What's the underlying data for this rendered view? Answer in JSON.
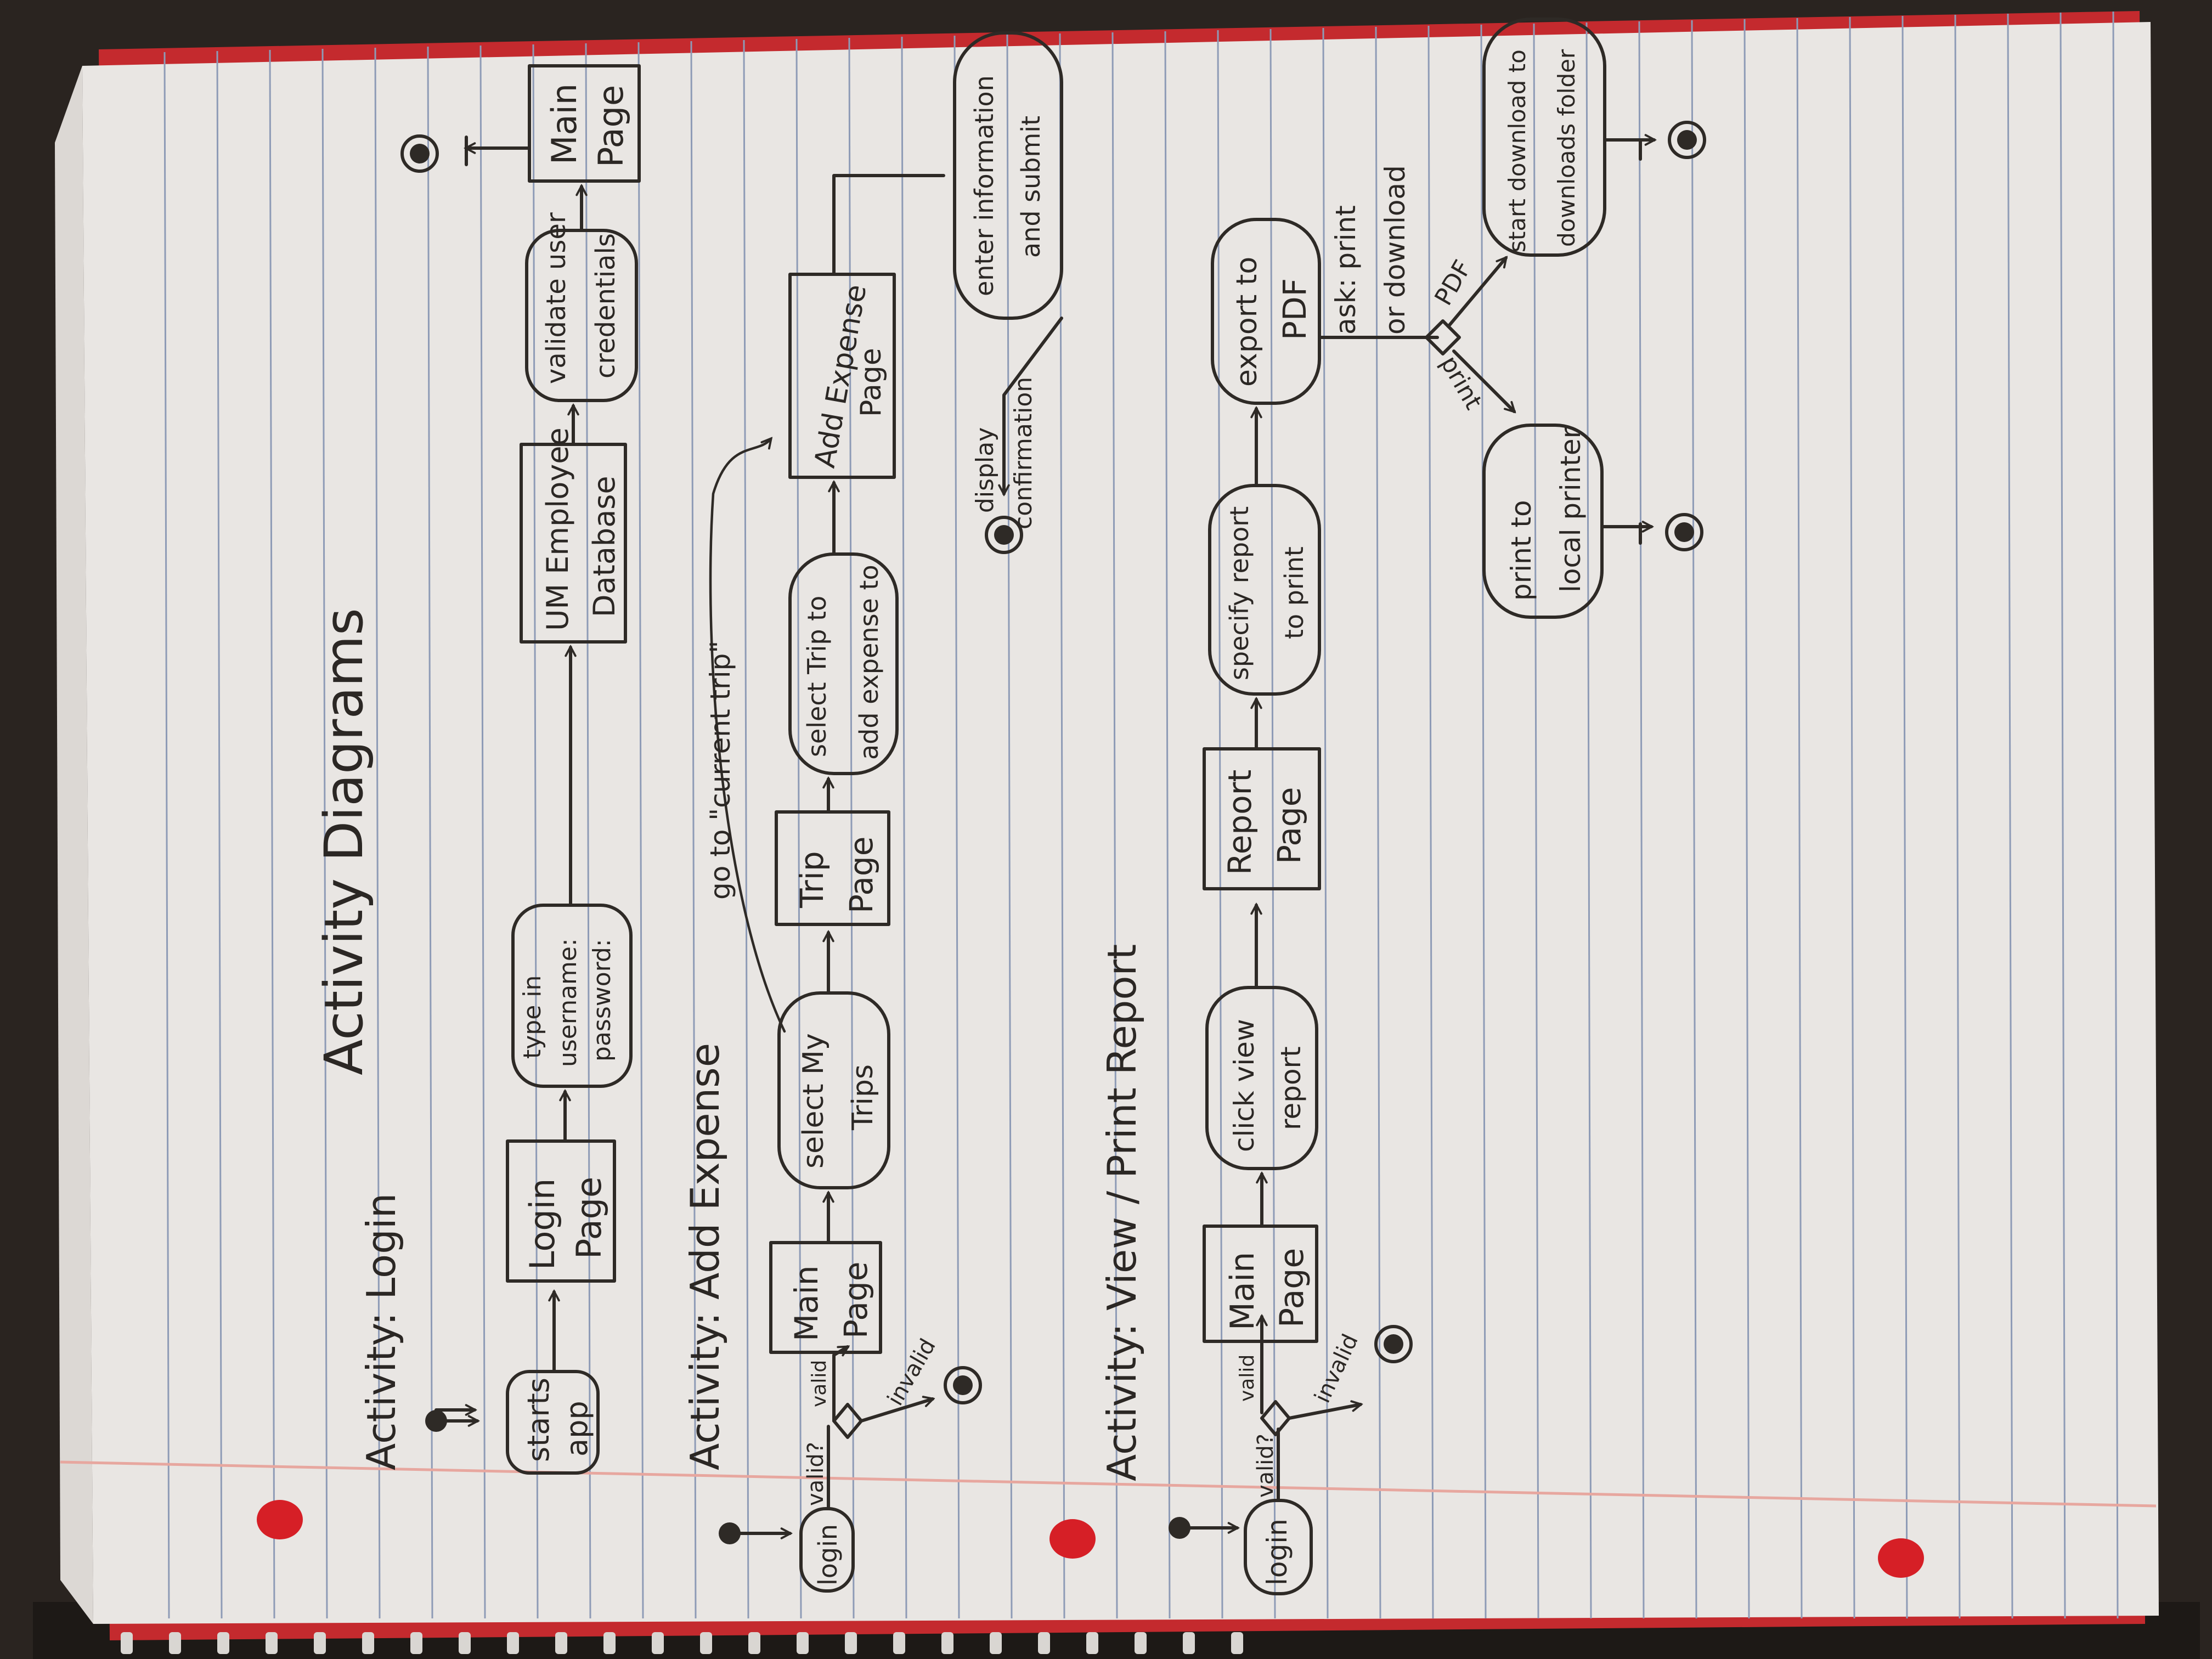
{
  "page_title": "Activity Diagrams",
  "colors": {
    "paper": "#e9e6e3",
    "ruled_line": "#8e9bb6",
    "margin_line": "#e7a79f",
    "ink": "#2e2a26",
    "binder_hole": "#d61f26",
    "spine_red": "#c42a2e"
  },
  "sections": [
    {
      "title": "Activity: Login",
      "nodes": [
        "starts app",
        "Login Page",
        "type in username: password:",
        "UM Employee Database",
        "validate user credentials",
        "Main Page"
      ]
    },
    {
      "title": "Activity: Add Expense",
      "nodes": [
        "login",
        "valid?",
        "Main Page",
        "select My Trips",
        "Trip Page",
        "select Trip to add expense to",
        "Add Expense Page",
        "enter information and submit",
        "display confirmation"
      ],
      "guards": [
        "valid",
        "invalid"
      ],
      "annotation": "go to \"current trip\""
    },
    {
      "title": "Activity: View / Print Report",
      "nodes": [
        "login",
        "valid?",
        "Main Page",
        "click view report",
        "Report Page",
        "specify report to print",
        "export to PDF",
        "ask: print or download",
        "start download to downloads folder",
        "print to local printer"
      ],
      "guards": [
        "valid",
        "invalid",
        "PDF",
        "print"
      ]
    }
  ],
  "labels": {
    "login_nodes": [
      {
        "l1": "starts",
        "l2": "app"
      },
      {
        "l1": "Login",
        "l2": "Page"
      },
      {
        "l1": "type in",
        "l2": "username:",
        "l3": "password:"
      },
      {
        "l1": "UM Employee",
        "l2": "Database"
      },
      {
        "l1": "validate user",
        "l2": "credentials"
      },
      {
        "l1": "Main",
        "l2": "Page"
      }
    ],
    "expense_nodes": [
      {
        "l1": "login"
      },
      {
        "l1": "valid?"
      },
      {
        "l1": "Main",
        "l2": "Page"
      },
      {
        "l1": "select My",
        "l2": "Trips"
      },
      {
        "l1": "Trip",
        "l2": "Page"
      },
      {
        "l1": "select Trip to",
        "l2": "add expense to"
      },
      {
        "l1": "Add Expense",
        "l2": "Page"
      },
      {
        "l1": "enter information",
        "l2": "and submit"
      },
      {
        "l1": "display",
        "l2": "confirmation"
      }
    ],
    "expense_guards": {
      "valid": "valid",
      "invalid": "invalid",
      "goto": "go to \"current trip\""
    },
    "report_nodes": [
      {
        "l1": "login"
      },
      {
        "l1": "valid?"
      },
      {
        "l1": "Main",
        "l2": "Page"
      },
      {
        "l1": "click view",
        "l2": "report"
      },
      {
        "l1": "Report",
        "l2": "Page"
      },
      {
        "l1": "specify report",
        "l2": "to print"
      },
      {
        "l1": "export to",
        "l2": "PDF"
      },
      {
        "l1": "ask: print",
        "l2": "or download"
      },
      {
        "l1": "start download to",
        "l2": "downloads folder"
      },
      {
        "l1": "print to",
        "l2": "local printer"
      }
    ],
    "report_guards": {
      "valid": "valid",
      "invalid": "invalid",
      "pdf": "PDF",
      "print": "print"
    }
  }
}
